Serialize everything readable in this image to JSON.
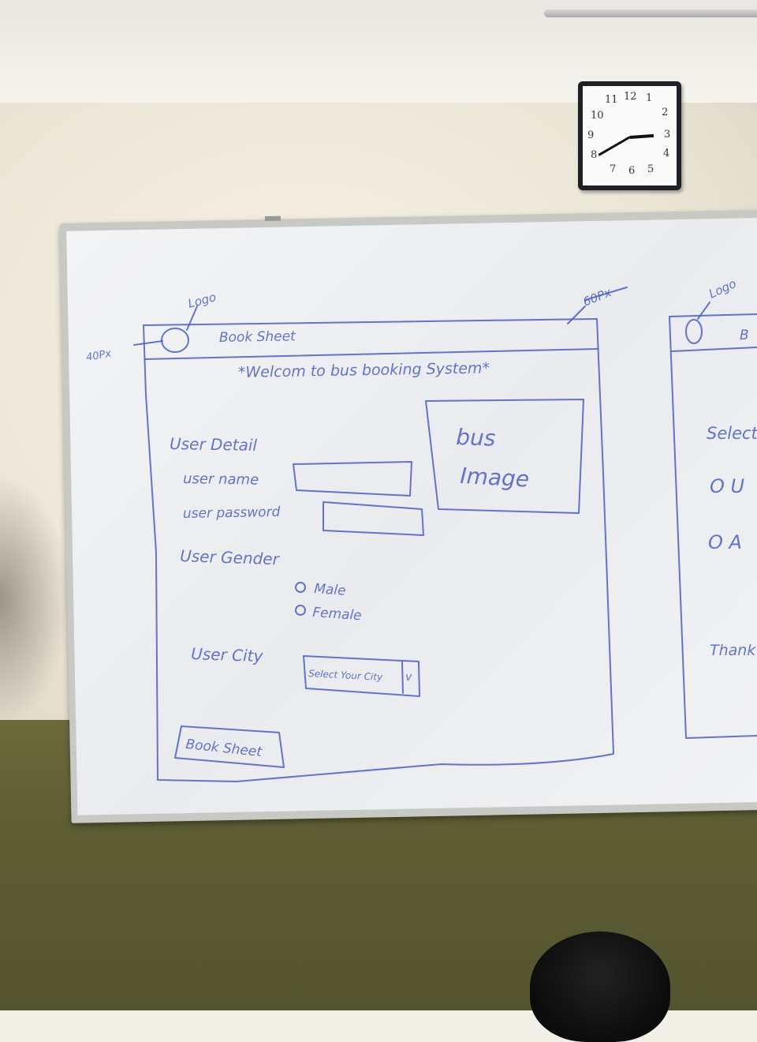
{
  "sketch": {
    "logo_label": "Logo",
    "logo_size_note": "40Px",
    "header_height_note": "60Px",
    "header_title": "Book Sheet",
    "welcome": "*Welcom to bus booking System*",
    "image_line1": "bus",
    "image_line2": "Image",
    "section_label": "User Detail",
    "name_label": "user name",
    "password_label": "user password",
    "gender_label": "User Gender",
    "gender_options": [
      "Male",
      "Female"
    ],
    "city_label": "User City",
    "city_select_text": "Select Your City",
    "city_select_arrow": "v",
    "submit_label": "Book Sheet"
  },
  "second_sketch": {
    "logo_label": "Logo",
    "header_fragment": "B",
    "select_fragment": "Select",
    "option1_fragment": "O U",
    "option2_fragment": "O A",
    "footer_fragment": "Thank"
  },
  "clock": {
    "numerals": [
      "12",
      "1",
      "2",
      "3",
      "4",
      "5",
      "6",
      "7",
      "8",
      "9",
      "10",
      "11"
    ],
    "colors": {
      "ink": "#4a5ec2",
      "frame": "#1e2128"
    }
  }
}
